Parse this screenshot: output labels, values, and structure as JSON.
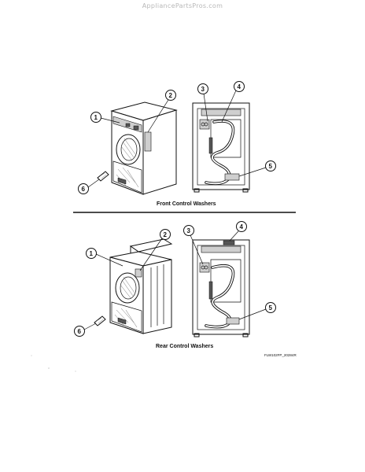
{
  "watermark": "AppliancePartsPros.com",
  "captions": {
    "front": "Front Control Washers",
    "rear": "Rear Control Washers"
  },
  "figure_code": "FLW102FP_20284R",
  "callouts": {
    "front": [
      "1",
      "2",
      "3",
      "4",
      "5",
      "6"
    ],
    "rear": [
      "1",
      "2",
      "3",
      "4",
      "5",
      "6"
    ]
  }
}
